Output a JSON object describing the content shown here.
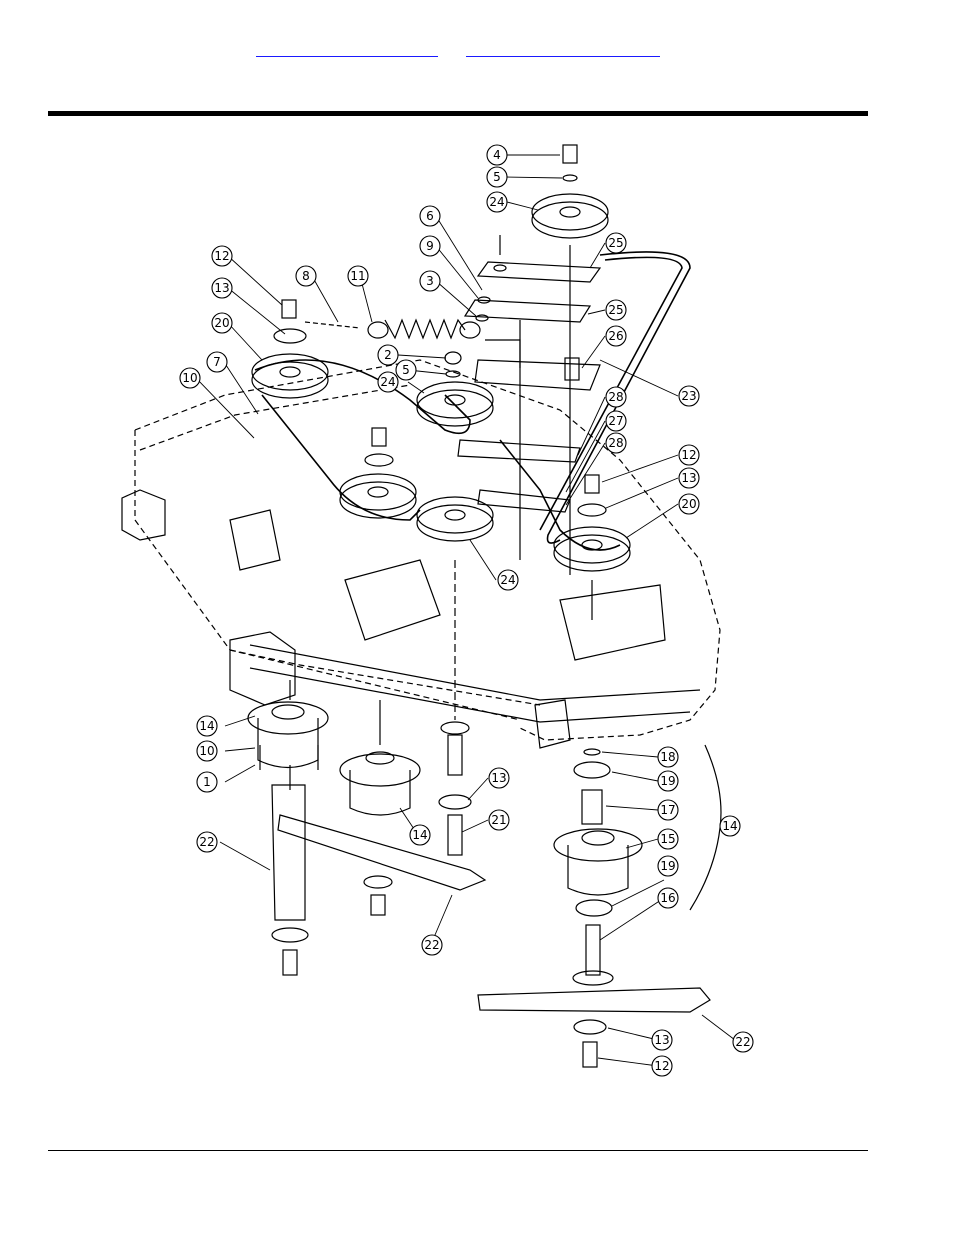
{
  "header": {
    "links": [
      {
        "label": ""
      },
      {
        "label": ""
      }
    ]
  },
  "diagram": {
    "callouts": [
      {
        "num": "4"
      },
      {
        "num": "5"
      },
      {
        "num": "24"
      },
      {
        "num": "6"
      },
      {
        "num": "9"
      },
      {
        "num": "3"
      },
      {
        "num": "25"
      },
      {
        "num": "25"
      },
      {
        "num": "26"
      },
      {
        "num": "23"
      },
      {
        "num": "12"
      },
      {
        "num": "13"
      },
      {
        "num": "20"
      },
      {
        "num": "8"
      },
      {
        "num": "11"
      },
      {
        "num": "2"
      },
      {
        "num": "5"
      },
      {
        "num": "24"
      },
      {
        "num": "7"
      },
      {
        "num": "10"
      },
      {
        "num": "28"
      },
      {
        "num": "27"
      },
      {
        "num": "28"
      },
      {
        "num": "12"
      },
      {
        "num": "13"
      },
      {
        "num": "20"
      },
      {
        "num": "24"
      },
      {
        "num": "14"
      },
      {
        "num": "10"
      },
      {
        "num": "1"
      },
      {
        "num": "14"
      },
      {
        "num": "13"
      },
      {
        "num": "21"
      },
      {
        "num": "22"
      },
      {
        "num": "22"
      },
      {
        "num": "18"
      },
      {
        "num": "19"
      },
      {
        "num": "17"
      },
      {
        "num": "15"
      },
      {
        "num": "14"
      },
      {
        "num": "19"
      },
      {
        "num": "16"
      },
      {
        "num": "22"
      },
      {
        "num": "13"
      },
      {
        "num": "12"
      }
    ]
  }
}
